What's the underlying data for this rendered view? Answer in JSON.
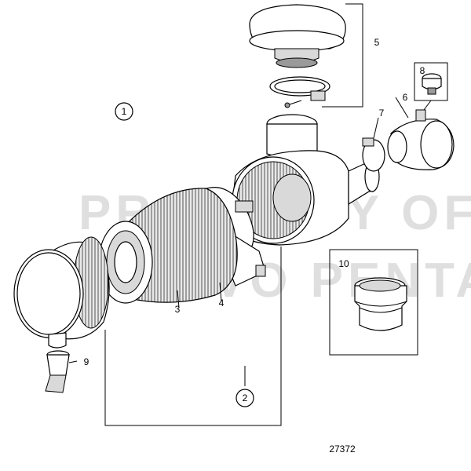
{
  "callouts": {
    "c1": "1",
    "c2": "2",
    "c3": "3",
    "c4": "4",
    "c5": "5",
    "c6": "6",
    "c7": "7",
    "c8": "8",
    "c9": "9",
    "c10": "10"
  },
  "watermark": {
    "line1": "PROPERTY OF",
    "line2": "VOLVO PENTA"
  },
  "drawing_number": "27372"
}
